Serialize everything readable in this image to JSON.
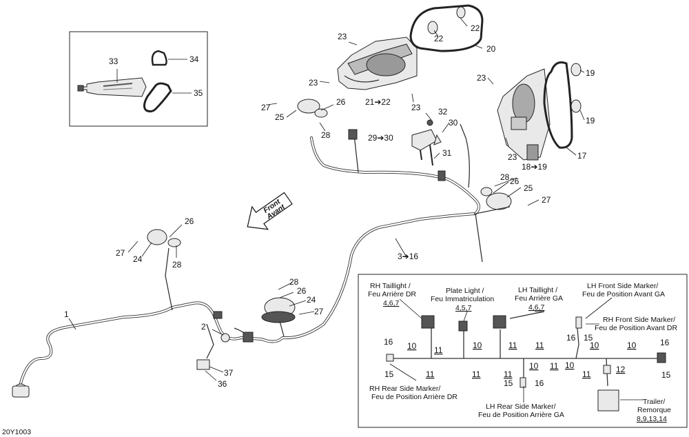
{
  "diagram_code": "20Y1003",
  "direction_arrow": {
    "line1": "Front",
    "line2": "Avant"
  },
  "callouts": [
    {
      "id": "c1",
      "text": "1"
    },
    {
      "id": "c2",
      "text": "2"
    },
    {
      "id": "c3",
      "text": "3➔16"
    },
    {
      "id": "c17",
      "text": "17"
    },
    {
      "id": "c18",
      "text": "18➔19"
    },
    {
      "id": "c19a",
      "text": "19"
    },
    {
      "id": "c19b",
      "text": "19"
    },
    {
      "id": "c20",
      "text": "20"
    },
    {
      "id": "c21",
      "text": "21➔22"
    },
    {
      "id": "c22a",
      "text": "22"
    },
    {
      "id": "c22b",
      "text": "22"
    },
    {
      "id": "c23a",
      "text": "23"
    },
    {
      "id": "c23b",
      "text": "23"
    },
    {
      "id": "c23c",
      "text": "23"
    },
    {
      "id": "c23d",
      "text": "23"
    },
    {
      "id": "c23e",
      "text": "23"
    },
    {
      "id": "c24a",
      "text": "24"
    },
    {
      "id": "c24b",
      "text": "24"
    },
    {
      "id": "c25a",
      "text": "25"
    },
    {
      "id": "c25b",
      "text": "25"
    },
    {
      "id": "c26a",
      "text": "26"
    },
    {
      "id": "c26b",
      "text": "26"
    },
    {
      "id": "c26c",
      "text": "26"
    },
    {
      "id": "c26d",
      "text": "26"
    },
    {
      "id": "c27a",
      "text": "27"
    },
    {
      "id": "c27b",
      "text": "27"
    },
    {
      "id": "c27c",
      "text": "27"
    },
    {
      "id": "c27d",
      "text": "27"
    },
    {
      "id": "c28a",
      "text": "28"
    },
    {
      "id": "c28b",
      "text": "28"
    },
    {
      "id": "c28c",
      "text": "28"
    },
    {
      "id": "c28d",
      "text": "28"
    },
    {
      "id": "c29",
      "text": "29➔30"
    },
    {
      "id": "c30",
      "text": "30"
    },
    {
      "id": "c31",
      "text": "31"
    },
    {
      "id": "c32",
      "text": "32"
    },
    {
      "id": "c33",
      "text": "33"
    },
    {
      "id": "c34",
      "text": "34"
    },
    {
      "id": "c35",
      "text": "35"
    },
    {
      "id": "c36",
      "text": "36"
    },
    {
      "id": "c37",
      "text": "37"
    }
  ],
  "inset": {
    "labels": [
      {
        "id": "rh_tail",
        "line1": "RH Taillight /",
        "line2": "Feu Arrière DR",
        "parts": "4,6,7"
      },
      {
        "id": "plate",
        "line1": "Plate Light /",
        "line2": "Feu Immatriculation",
        "parts": "4,5,7"
      },
      {
        "id": "lh_tail",
        "line1": "LH Taillight /",
        "line2": "Feu Arrière GA",
        "parts": "4,6,7"
      },
      {
        "id": "lh_front",
        "line1": "LH Front Side Marker/",
        "line2": "Feu de Position Avant GA",
        "parts": ""
      },
      {
        "id": "rh_front",
        "line1": "RH Front Side Marker/",
        "line2": "Feu de Position Avant DR",
        "parts": ""
      },
      {
        "id": "rh_rear",
        "line1": "RH Rear Side Marker/",
        "line2": "Feu de Position Arrière DR",
        "parts": ""
      },
      {
        "id": "lh_rear",
        "line1": "LH Rear Side Marker/",
        "line2": "Feu de Position Arrière GA",
        "parts": ""
      },
      {
        "id": "trailer",
        "line1": "Trailer/",
        "line2": "Remorque",
        "parts": "8,9,13,14"
      }
    ],
    "numbers": [
      "16",
      "15",
      "10",
      "11",
      "11",
      "10",
      "11",
      "11",
      "11",
      "10",
      "10",
      "11",
      "11",
      "10",
      "12",
      "11",
      "10",
      "16",
      "15",
      "16",
      "15",
      "15",
      "16"
    ]
  }
}
